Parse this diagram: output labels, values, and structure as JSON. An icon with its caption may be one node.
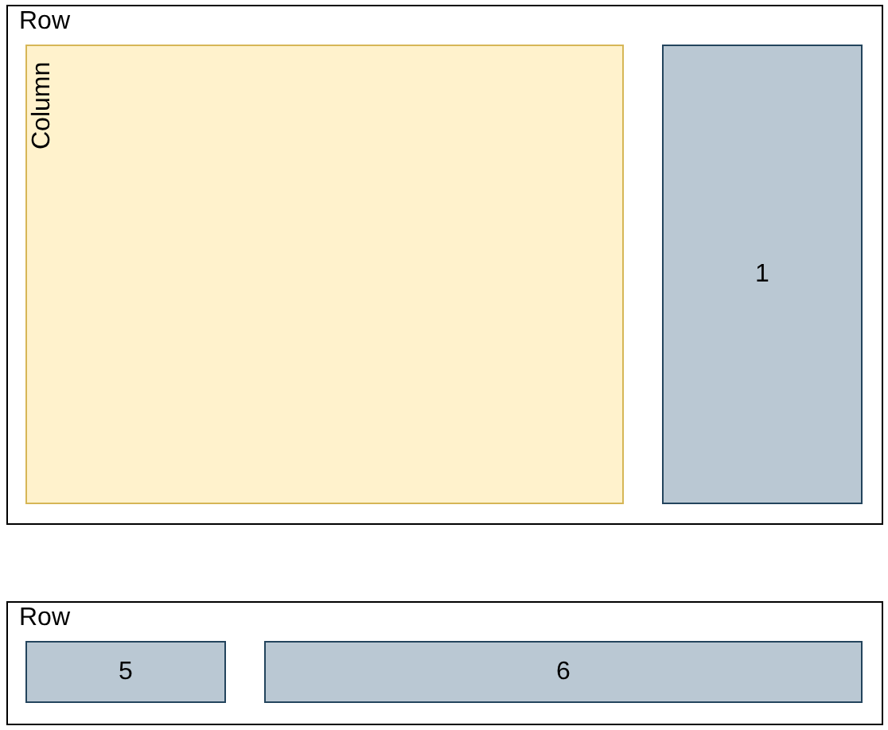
{
  "diagram": {
    "nodes": [
      {
        "text": [
          "Row"
        ]
      },
      {
        "text": [
          "Column"
        ],
        "in": 0
      },
      {
        "text": [
          "1"
        ],
        "in": 0
      },
      {
        "text": [
          "Row"
        ]
      },
      {
        "text": [
          "5"
        ],
        "in": 3
      },
      {
        "text": [
          "6"
        ],
        "in": 3
      }
    ]
  }
}
